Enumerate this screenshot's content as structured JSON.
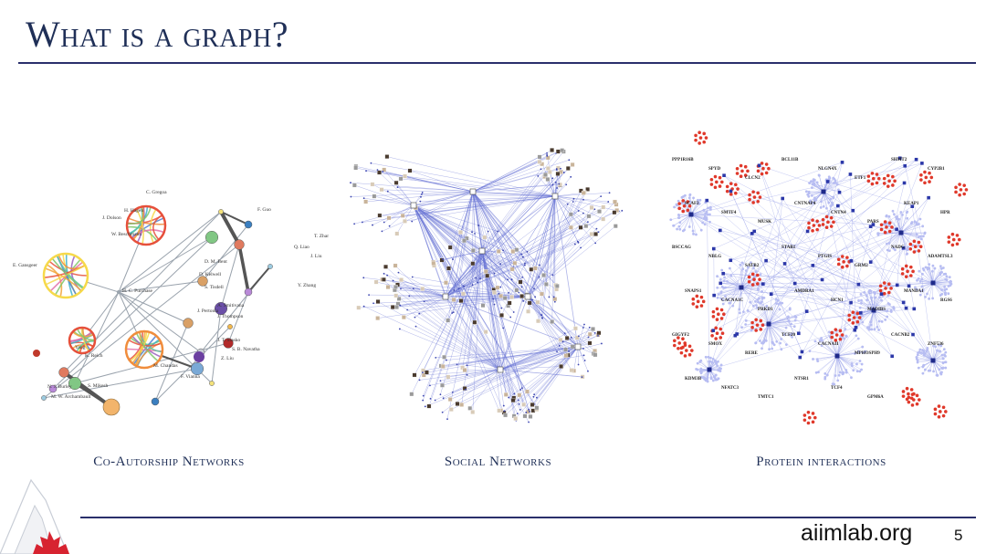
{
  "slide": {
    "title": "What is a graph?",
    "page_number": "5",
    "brand": "aiimlab.org"
  },
  "panels": [
    {
      "caption": "Co-Autorship Networks",
      "names": [
        "T. Zhang",
        "F. Guo",
        "Q. Liao",
        "J. Liu",
        "Y. Zhang",
        "D. M. Bent",
        "D. Kelwell",
        "S. Tisdell",
        "H. C. Purchase",
        "A. Smitivana",
        "J. Thompson",
        "J. Pertonia",
        "J. T. Stasko",
        "S. B. Navatha",
        "Z. Liu",
        "N. J. Burley",
        "S. Mikesh",
        "M. W. Archambault",
        "C. Gregoa",
        "W. Beschmann",
        "J. Dolson",
        "H. Hagen",
        "K. Reich",
        "Yang",
        "M. Chandas",
        "F. Vianna",
        "E. Gansgeer"
      ]
    },
    {
      "caption": "Social Networks"
    },
    {
      "caption": "Protein interactions",
      "labels": [
        "PPP1R16B",
        "SPYD",
        "CLCN2",
        "BCL11B",
        "NLGN4X",
        "ETF1",
        "SHMT2",
        "CYP2B1",
        "SCAF2",
        "SMTF4",
        "MUSK",
        "CNTNAP4",
        "CNTN4",
        "PARS",
        "KEAP1",
        "HPR",
        "BSCCAG",
        "NBLG",
        "SATB2",
        "STAB1",
        "PTGIS",
        "GRM2",
        "NADG",
        "ADAMTSL3",
        "SNAPS1",
        "CACNA1C",
        "PRKD1",
        "AMDRA1",
        "HCN1",
        "MADIBS",
        "MANDA1",
        "RGS6",
        "GIGYF2",
        "SMOX",
        "RERE",
        "TCF20",
        "CACNA1I",
        "MPHOSPH9",
        "CACNB2",
        "ZNF536",
        "KDM3B",
        "NFATC3",
        "TMTC1",
        "NTSR1",
        "TCF4",
        "GPM6A"
      ]
    }
  ]
}
